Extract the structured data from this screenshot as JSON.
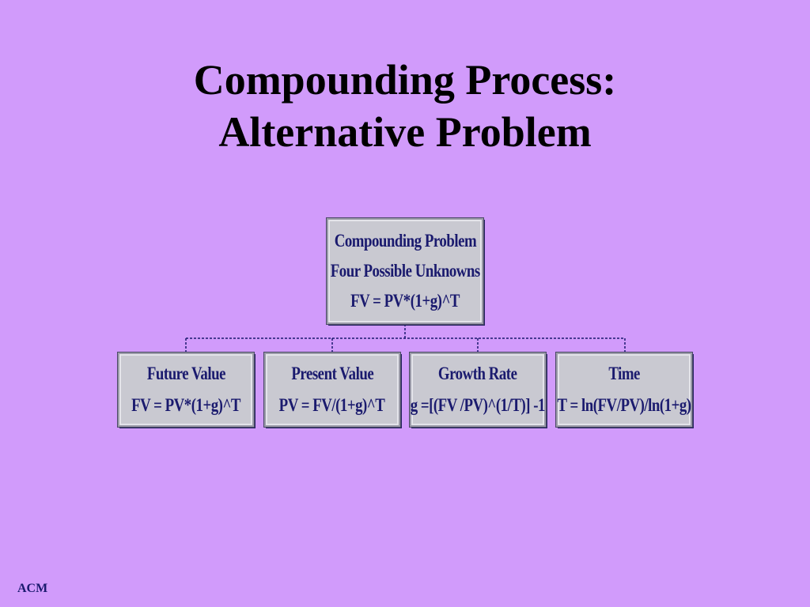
{
  "slide": {
    "title_line1": "Compounding Process:",
    "title_line2": "Alternative Problem",
    "footer": "ACM"
  },
  "diagram": {
    "root": {
      "lines": [
        "Compounding Problem",
        "Four Possible Unknowns",
        "FV = PV*(1+g)^T"
      ]
    },
    "children": [
      {
        "title": "Future Value",
        "formula": "FV = PV*(1+g)^T"
      },
      {
        "title": "Present Value",
        "formula": "PV = FV/(1+g)^T"
      },
      {
        "title": "Growth Rate",
        "formula": "g =[(FV /PV)^(1/T)] -1"
      },
      {
        "title": "Time",
        "formula": "T = ln(FV/PV)/ln(1+g)"
      }
    ]
  },
  "colors": {
    "background": "#d19bfb",
    "box_fill": "#c9c9d1",
    "box_text": "#1a1a6e",
    "connector": "#1a1a6e"
  }
}
